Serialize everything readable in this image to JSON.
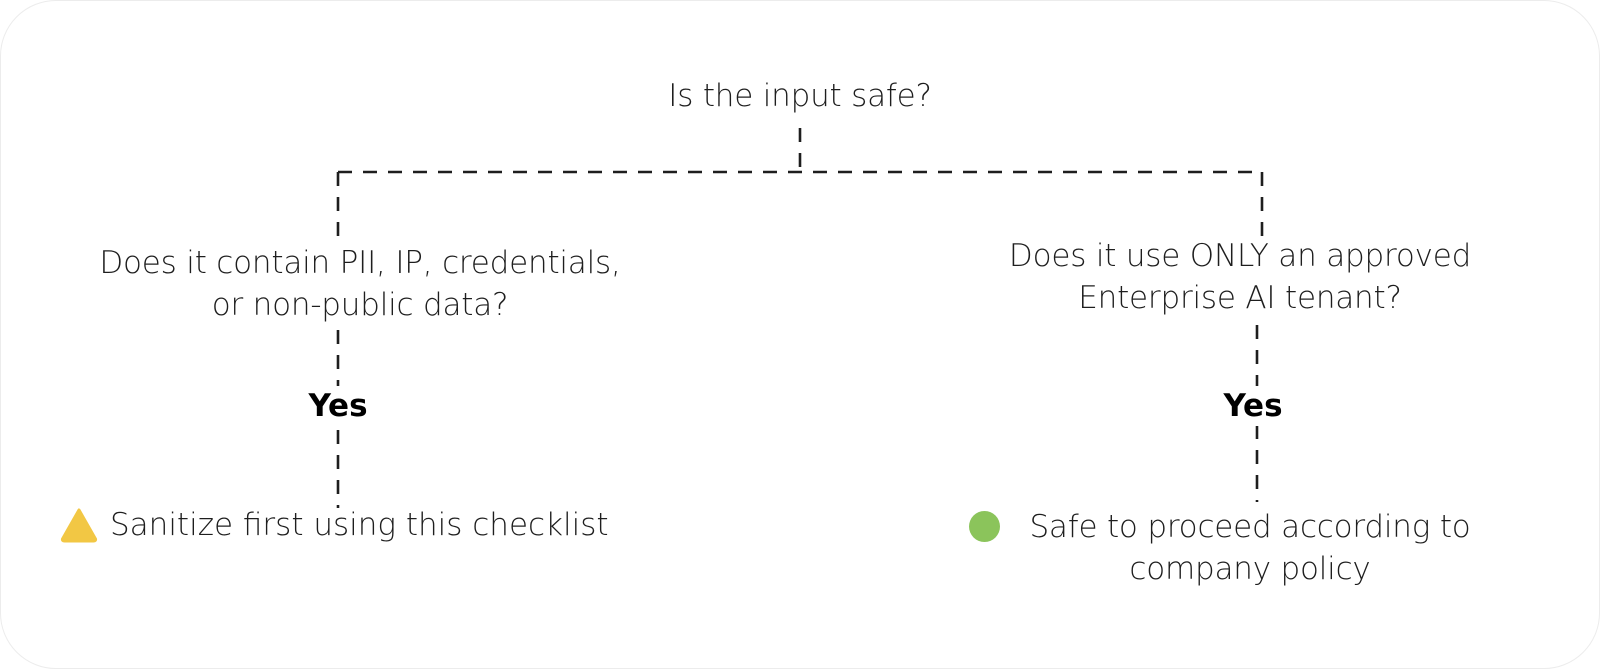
{
  "diagram": {
    "root_question": "Is the input safe?",
    "left_branch": {
      "question": "Does it contain PII, IP, credentials,\nor non-public data?",
      "answer": "Yes",
      "outcome": "Sanitize first using this checklist",
      "outcome_icon": "warning-triangle-icon"
    },
    "right_branch": {
      "question": "Does it use ONLY an approved\nEnterprise AI tenant?",
      "answer": "Yes",
      "outcome": "Safe to proceed according to\ncompany policy",
      "outcome_icon": "green-circle-icon"
    }
  },
  "colors": {
    "warning": "#F2C744",
    "success": "#8BC45B",
    "line": "#1e1e1e",
    "card_border": "#ececec"
  }
}
